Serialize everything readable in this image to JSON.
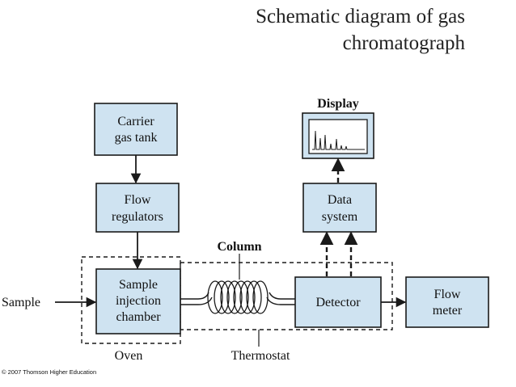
{
  "title": {
    "line1": "Schematic diagram of gas",
    "line2": "chromatograph"
  },
  "boxes": {
    "carrier_gas_tank": [
      "Carrier",
      "gas tank"
    ],
    "flow_regulators": [
      "Flow",
      "regulators"
    ],
    "sample_injection_chamber": [
      "Sample",
      "injection",
      "chamber"
    ],
    "detector": [
      "Detector"
    ],
    "data_system": [
      "Data",
      "system"
    ],
    "flow_meter": [
      "Flow",
      "meter"
    ]
  },
  "labels": {
    "display": "Display",
    "column": "Column",
    "sample": "Sample",
    "oven": "Oven",
    "thermostat": "Thermostat"
  },
  "copyright": "© 2007 Thomson Higher Education",
  "colors": {
    "box_fill": "#cfe3f1",
    "line": "#1a1a1a"
  }
}
